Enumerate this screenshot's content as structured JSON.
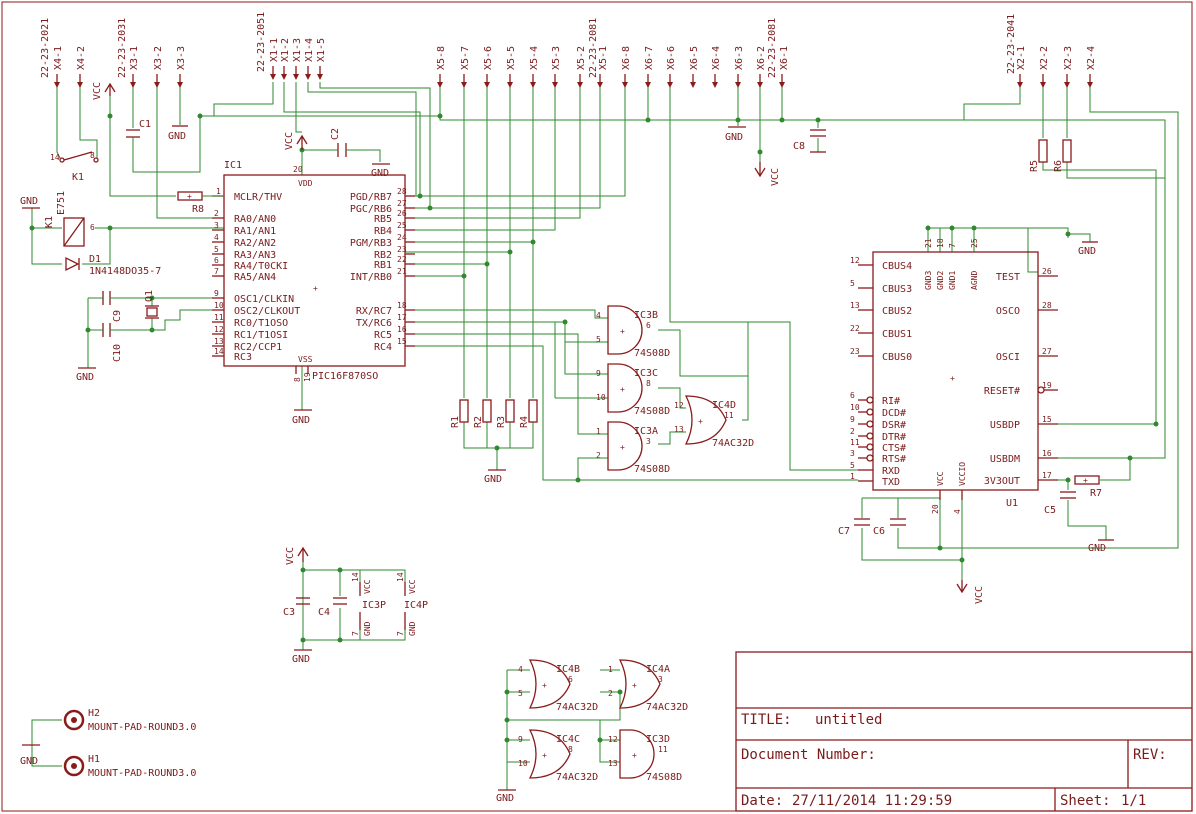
{
  "ic1": {
    "name": "IC1",
    "value": "PIC16F870SO",
    "vdd": "VDD",
    "vss": "VSS",
    "pin_vdd": "20",
    "pins_vss": [
      "8",
      "19"
    ],
    "left_pins": [
      {
        "num": "1",
        "label": "MCLR/THV"
      },
      {
        "num": "2",
        "label": "RA0/AN0"
      },
      {
        "num": "3",
        "label": "RA1/AN1"
      },
      {
        "num": "4",
        "label": "RA2/AN2"
      },
      {
        "num": "5",
        "label": "RA3/AN3"
      },
      {
        "num": "6",
        "label": "RA4/T0CKI"
      },
      {
        "num": "7",
        "label": "RA5/AN4"
      },
      {
        "num": "9",
        "label": "OSC1/CLKIN"
      },
      {
        "num": "10",
        "label": "OSC2/CLKOUT"
      },
      {
        "num": "11",
        "label": "RC0/T1OSO"
      },
      {
        "num": "12",
        "label": "RC1/T1OSI"
      },
      {
        "num": "13",
        "label": "RC2/CCP1"
      },
      {
        "num": "14",
        "label": "RC3"
      }
    ],
    "right_pins": [
      {
        "num": "28",
        "label": "PGD/RB7"
      },
      {
        "num": "27",
        "label": "PGC/RB6"
      },
      {
        "num": "26",
        "label": "RB5"
      },
      {
        "num": "25",
        "label": "RB4"
      },
      {
        "num": "24",
        "label": "PGM/RB3"
      },
      {
        "num": "23",
        "label": "RB2"
      },
      {
        "num": "22",
        "label": "RB1"
      },
      {
        "num": "21",
        "label": "INT/RB0"
      },
      {
        "num": "18",
        "label": "RX/RC7"
      },
      {
        "num": "17",
        "label": "TX/RC6"
      },
      {
        "num": "16",
        "label": "RC5"
      },
      {
        "num": "15",
        "label": "RC4"
      }
    ]
  },
  "u1": {
    "name": "U1",
    "left_pins": [
      {
        "num": "12",
        "label": "CBUS4"
      },
      {
        "num": "5",
        "label": "CBUS3"
      },
      {
        "num": "13",
        "label": "CBUS2"
      },
      {
        "num": "22",
        "label": "CBUS1"
      },
      {
        "num": "23",
        "label": "CBUS0"
      },
      {
        "num": "6",
        "label": "RI#"
      },
      {
        "num": "10",
        "label": "DCD#"
      },
      {
        "num": "9",
        "label": "DSR#"
      },
      {
        "num": "2",
        "label": "DTR#"
      },
      {
        "num": "11",
        "label": "CTS#"
      },
      {
        "num": "3",
        "label": "RTS#"
      },
      {
        "num": "5",
        "label": "RXD"
      },
      {
        "num": "1",
        "label": "TXD"
      }
    ],
    "right_pins": [
      {
        "num": "26",
        "label": "TEST"
      },
      {
        "num": "28",
        "label": "OSCO"
      },
      {
        "num": "27",
        "label": "OSCI"
      },
      {
        "num": "19",
        "label": "RESET#"
      },
      {
        "num": "15",
        "label": "USBDP"
      },
      {
        "num": "16",
        "label": "USBDM"
      },
      {
        "num": "17",
        "label": "3V3OUT"
      }
    ],
    "top_pins": [
      {
        "num": "21",
        "label": "GND3"
      },
      {
        "num": "18",
        "label": "GND2"
      },
      {
        "num": "7",
        "label": "GND1"
      },
      {
        "num": "25",
        "label": "AGND"
      }
    ],
    "bottom_pins": [
      {
        "num": "20",
        "label": "VCC"
      },
      {
        "num": "4",
        "label": "VCCIO"
      }
    ]
  },
  "connectors": [
    {
      "ref": "22-23-2021",
      "pins": [
        "X4-1",
        "X4-2"
      ]
    },
    {
      "ref": "22-23-2031",
      "pins": [
        "X3-1",
        "X3-2",
        "X3-3"
      ]
    },
    {
      "ref": "22-23-2051",
      "pins": [
        "X1-1",
        "X1-2",
        "X1-3",
        "X1-4",
        "X1-5"
      ]
    },
    {
      "ref": "22-23-2081",
      "pins": [
        "X5-8",
        "X5-7",
        "X5-6",
        "X5-5",
        "X5-4",
        "X5-3",
        "X5-2",
        "X5-1"
      ]
    },
    {
      "ref": "22-23-2081",
      "pins": [
        "X6-8",
        "X6-7",
        "X6-6",
        "X6-5",
        "X6-4",
        "X6-3",
        "X6-2",
        "X6-1"
      ]
    },
    {
      "ref": "22-23-2041",
      "pins": [
        "X2-1",
        "X2-2",
        "X2-3",
        "X2-4"
      ]
    }
  ],
  "power": {
    "vcc": "VCC",
    "gnd": "GND"
  },
  "parts": {
    "c1": "C1",
    "c2": "C2",
    "c3": "C3",
    "c4": "C4",
    "c5": "C5",
    "c6": "C6",
    "c7": "C7",
    "c8": "C8",
    "c9": "C9",
    "c10": "C10",
    "r1": "R1",
    "r2": "R2",
    "r3": "R3",
    "r4": "R4",
    "r5": "R5",
    "r6": "R6",
    "r7": "R7",
    "r8": "R8",
    "q1": "Q1",
    "k1_top": "K1",
    "k1_bot": "K1",
    "k1_val": "E751",
    "k1_pin14": "14",
    "k1_pin8": "8",
    "k1b_pin6": "6",
    "d1": "D1",
    "d1_val": "1N4148DO35-7",
    "h1": "H1",
    "h2": "H2",
    "mount": "MOUNT-PAD-ROUND3.0",
    "ic3p": "IC3P",
    "ic4p": "IC4P",
    "pwr_vcc": "VCC",
    "pwr_gnd": "GND",
    "pin14": "14",
    "pin7": "7"
  },
  "gates": [
    {
      "name": "IC3B",
      "type": "74S08D",
      "in1": "4",
      "in2": "5",
      "out": "6"
    },
    {
      "name": "IC3C",
      "type": "74S08D",
      "in1": "9",
      "in2": "10",
      "out": "8"
    },
    {
      "name": "IC3A",
      "type": "74S08D",
      "in1": "1",
      "in2": "2",
      "out": "3"
    },
    {
      "name": "IC4D",
      "type": "74AC32D",
      "in1": "12",
      "in2": "13",
      "out": "11"
    },
    {
      "name": "IC4B",
      "type": "74AC32D",
      "in1": "4",
      "in2": "5",
      "out": "6"
    },
    {
      "name": "IC4A",
      "type": "74AC32D",
      "in1": "1",
      "in2": "2",
      "out": "3"
    },
    {
      "name": "IC4C",
      "type": "74AC32D",
      "in1": "9",
      "in2": "10",
      "out": "8"
    },
    {
      "name": "IC3D",
      "type": "74S08D",
      "in1": "12",
      "in2": "13",
      "out": "11"
    }
  ],
  "title_block": {
    "title_label": "TITLE:",
    "title_value": "untitled",
    "doc_label": "Document Number:",
    "rev_label": "REV:",
    "date_label": "Date:",
    "date_value": "27/11/2014 11:29:59",
    "sheet_label": "Sheet:",
    "sheet_value": "1/1"
  },
  "colors": {
    "wire": "#2f8a2f",
    "part": "#8b1a1a",
    "background": "#ffffff"
  }
}
